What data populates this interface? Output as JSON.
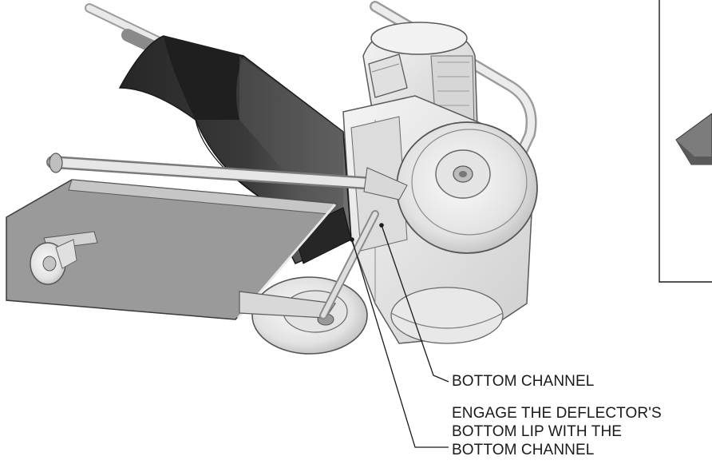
{
  "callouts": {
    "bottom_channel": "BOTTOM CHANNEL",
    "engage_lines": [
      "ENGAGE THE DEFLECTOR'S",
      "BOTTOM LIP WITH THE",
      "BOTTOM CHANNEL"
    ]
  },
  "colors": {
    "line": "#1a1a1a",
    "deflector_dark": "#2e2e2e",
    "deflector_mid": "#6a6a6a",
    "chute_gray": "#9a9a9a",
    "body_light": "#e6e6e6"
  }
}
